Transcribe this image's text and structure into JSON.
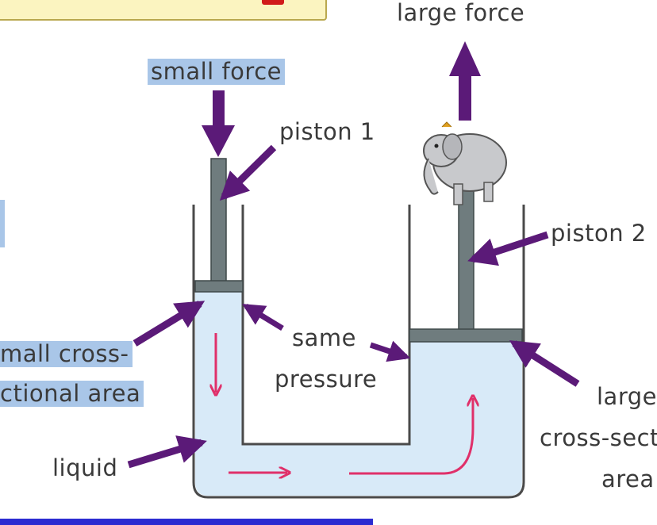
{
  "labels": {
    "large_force": "large force",
    "small_force": "small force",
    "piston_1": "piston 1",
    "piston_2": "piston 2",
    "same_pressure_1": "same",
    "same_pressure_2": "pressure",
    "small_area_1": "mall cross-",
    "small_area_2": "ctional area",
    "liquid": "liquid",
    "large_area_1": "large",
    "large_area_2": "cross-sect",
    "large_area_3": "area"
  },
  "colors": {
    "liquid_fill": "#d8eaf8",
    "container_stroke": "#4a4a4a",
    "piston": "#6f7c7e",
    "pointer_arrow": "#5b1a78",
    "flow_arrow": "#e0306a",
    "highlight": "#a9c6e8",
    "title_box": "#fbf4c0"
  },
  "icons": {
    "load": "elephant-icon"
  }
}
